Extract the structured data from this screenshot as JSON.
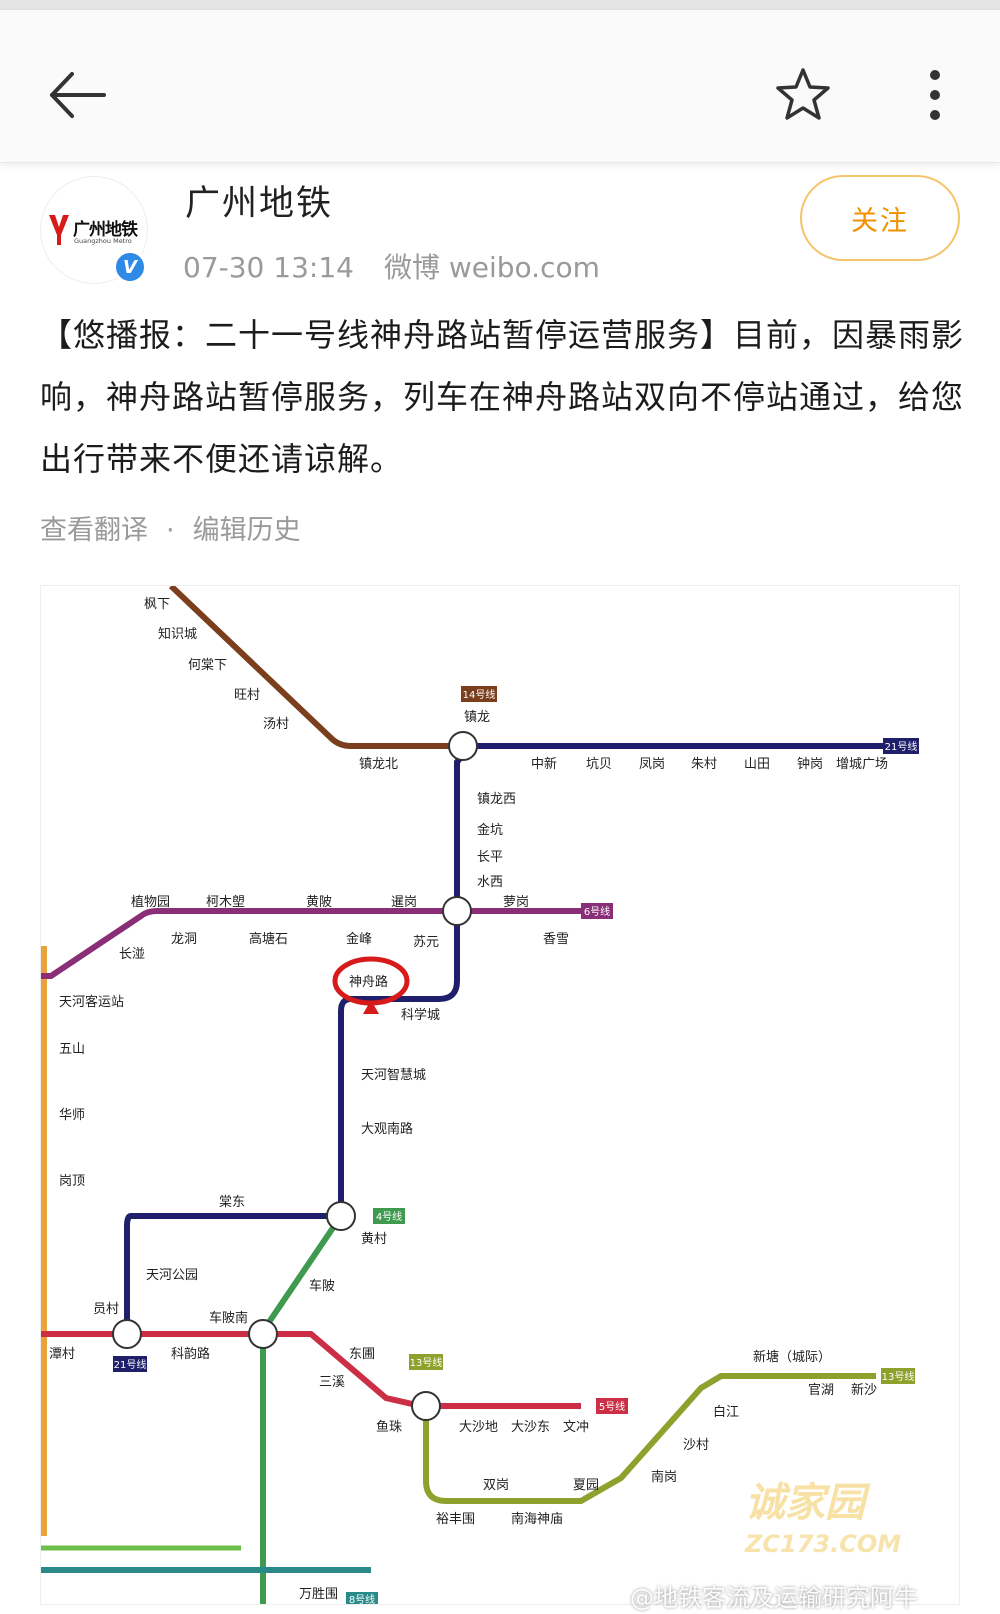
{
  "header": {
    "back_icon": "arrow-left-icon",
    "star_icon": "star-outline-icon",
    "more_icon": "more-vertical-icon"
  },
  "account": {
    "name": "广州地铁",
    "avatar_cn": "广州地铁",
    "avatar_en": "Guangzhou Metro",
    "verified_badge": "V",
    "timestamp": "07-30 13:14",
    "source": "微博 weibo.com",
    "follow_label": "关注",
    "follow_color": "#f29100"
  },
  "post": {
    "text": "【悠播报：二十一号线神舟路站暂停运营服务】目前，因暴雨影响，神舟路站暂停服务，列车在神舟路站双向不停站通过，给您出行带来不便还请谅解。"
  },
  "post_links": {
    "translate": "查看翻译",
    "separator": "·",
    "history": "编辑历史"
  },
  "map": {
    "colors": {
      "line14": "#7b3f1e",
      "line21": "#1f1f6b",
      "line6": "#8a2f77",
      "line4": "#3f9a4f",
      "line5": "#cc2f45",
      "line13": "#8ea12c",
      "line3": "#e8a33a",
      "highlight": "#d71a1a"
    },
    "line_badges": {
      "l14": "14号线",
      "l21": "21号线",
      "l6": "6号线",
      "l4": "4号线",
      "l13": "13号线",
      "l5": "5号线",
      "l21b": "21号线",
      "l8": "8号线"
    },
    "stations": {
      "fengxia": "枫下",
      "zhishicheng": "知识城",
      "hetangxia": "何棠下",
      "wangcun": "旺村",
      "tangcun": "汤村",
      "zhenlongbei": "镇龙北",
      "zhenlong": "镇龙",
      "zhongxin": "中新",
      "kengbei": "坑贝",
      "fenggang": "凤岗",
      "zhucun": "朱村",
      "shantian": "山田",
      "zhonggang": "钟岗",
      "zengchengguangchang": "增城广场",
      "zhenlongxi": "镇龙西",
      "jinkeng": "金坑",
      "changping": "长平",
      "shuixi": "水西",
      "zhiwuyuan": "植物园",
      "kemulang": "柯木塱",
      "huangbei": "黄陂",
      "yungang": "暹岗",
      "luogang": "萝岗",
      "longdong": "龙洞",
      "gaotangshi": "高塘石",
      "jinfeng": "金峰",
      "suyuan": "苏元",
      "xiangxue": "香雪",
      "changban": "长湴",
      "tianhekeyunzhan": "天河客运站",
      "shenzhoulu": "神舟路",
      "kexuecheng": "科学城",
      "wushan": "五山",
      "huashi": "华师",
      "gangding": "岗顶",
      "tianhezhihuicheng": "天河智慧城",
      "daguannanlu": "大观南路",
      "tangdong": "棠东",
      "huangcun": "黄村",
      "tianhegongyuan": "天河公园",
      "chebei": "车陂",
      "yuancun": "员村",
      "chebeinan": "车陂南",
      "tancun": "潭村",
      "keyunlu": "科韵路",
      "dongpu": "东圃",
      "sanxi": "三溪",
      "yuzhu": "鱼珠",
      "dashadi": "大沙地",
      "dashadong": "大沙东",
      "wenchong": "文冲",
      "xintang": "新塘（城际）",
      "guanhu": "官湖",
      "xinsha": "新沙",
      "baijiang": "白江",
      "shacun": "沙村",
      "nangang": "南岗",
      "shuanggang": "双岗",
      "xiayuan": "夏园",
      "yufengwei": "裕丰围",
      "nanhaishenmiao": "南海神庙",
      "wanshengwei": "万胜围"
    }
  },
  "watermark": {
    "brand": "诚家园",
    "domain": "ZC173.COM",
    "credit": "@地铁客流及运输研究阿牛"
  }
}
